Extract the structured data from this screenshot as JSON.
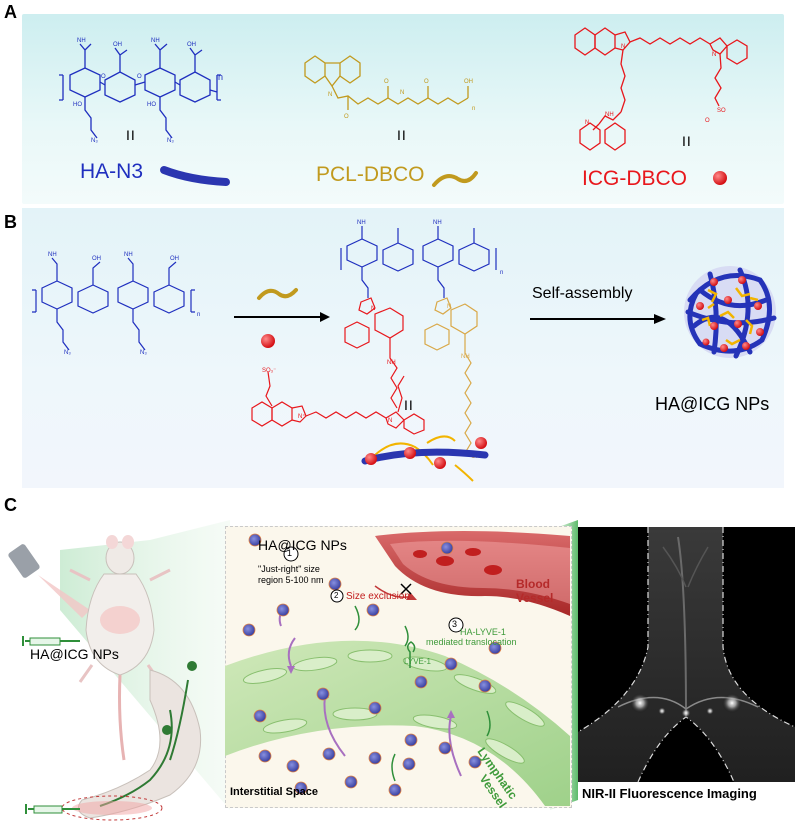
{
  "panels": {
    "a": "A",
    "b": "B",
    "c": "C"
  },
  "panel_a": {
    "ha_n3": "HA-N3",
    "pcl_dbco": "PCL-DBCO",
    "icg_dbco": "ICG-DBCO",
    "equals_sign": "II",
    "subscript_n": "n"
  },
  "panel_b": {
    "self_assembly": "Self-assembly",
    "product": "HA@ICG NPs",
    "equals_sign": "II"
  },
  "panel_c": {
    "mouse_label": "HA@ICG NPs",
    "inset_title": "HA@ICG NPs",
    "step1_num": "1",
    "step1_line1": "\"Just-right\" size",
    "step1_line2": "region 5-100 nm",
    "step2_num": "2",
    "step2_text": "Size exclusion",
    "step3_num": "3",
    "step3_line1": "HA-LYVE-1",
    "step3_line2": "mediated translocation",
    "lyve1": "LYVE-1",
    "blood_vessel_line1": "Blood",
    "blood_vessel_line2": "Vessel",
    "lymphatic_line1": "Lymphatic",
    "lymphatic_line2": "Vessel",
    "interstitial": "Interstitial Space",
    "nir_caption": "NIR-II Fluorescence Imaging"
  },
  "colors": {
    "ha_blue": "#1f2fbf",
    "pcl_gold": "#c19a1e",
    "icg_red": "#e8171c",
    "vessel_red": "#c83a3a",
    "lymph_green": "#3e9a3a"
  }
}
